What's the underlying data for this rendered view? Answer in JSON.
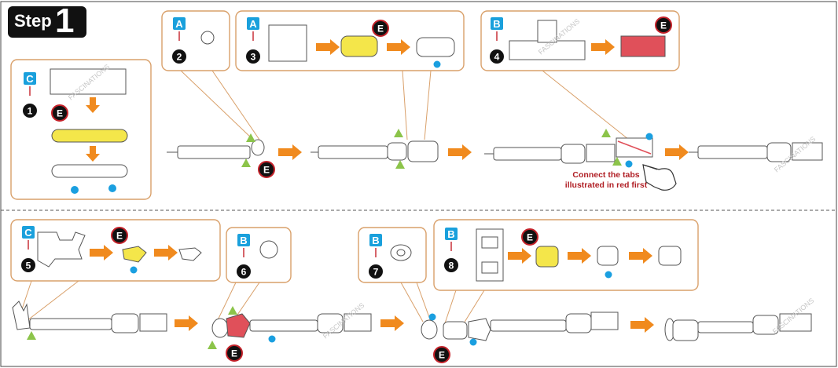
{
  "step_badge": {
    "word": "Step",
    "number": "1"
  },
  "note_line1": "Connect the tabs",
  "note_line2": "illustrated in red first",
  "watermark": "FASCINATIONS",
  "marker_e": "E",
  "panels": [
    {
      "id": "1",
      "sheet": "C"
    },
    {
      "id": "2",
      "sheet": "A"
    },
    {
      "id": "3",
      "sheet": "A"
    },
    {
      "id": "4",
      "sheet": "B"
    },
    {
      "id": "5",
      "sheet": "C"
    },
    {
      "id": "6",
      "sheet": "B"
    },
    {
      "id": "7",
      "sheet": "B"
    },
    {
      "id": "8",
      "sheet": "B"
    }
  ],
  "colors": {
    "panel_border": "#d9a06a",
    "sheet_badge": "#1aa0dc",
    "arrow": "#f08a1e",
    "glue_yellow": "#f4e64a",
    "glue_red": "#e0505a",
    "dot_blue": "#1a9fe0",
    "triangle_green": "#8cc44a",
    "marker_dark": "#111111",
    "marker_ring": "#c4222a"
  }
}
